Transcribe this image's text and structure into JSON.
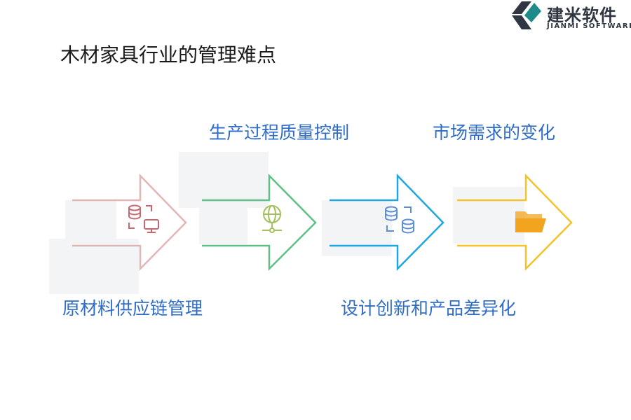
{
  "brand": {
    "name_cn": "建米软件",
    "name_en": "JIANMI SOFTWARE",
    "color_primary": "#2f3541",
    "color_accent": "#1f8a8a"
  },
  "page": {
    "title": "木材家具行业的管理难点"
  },
  "steps": [
    {
      "label": "原材料供应链管理",
      "color": "#e0b7b5",
      "icon": "database-monitor-icon",
      "icon_color": "#c8676f"
    },
    {
      "label": "生产过程质量控制",
      "color": "#5fbf86",
      "icon": "globe-network-icon",
      "icon_color": "#a2c05b"
    },
    {
      "label": "设计创新和产品差异化",
      "color": "#1ea7e0",
      "icon": "databases-sync-icon",
      "icon_color": "#5c8fd6"
    },
    {
      "label": "市场需求的变化",
      "color": "#f4c22b",
      "icon": "folder-icon",
      "icon_color": "#f2a41f"
    }
  ]
}
